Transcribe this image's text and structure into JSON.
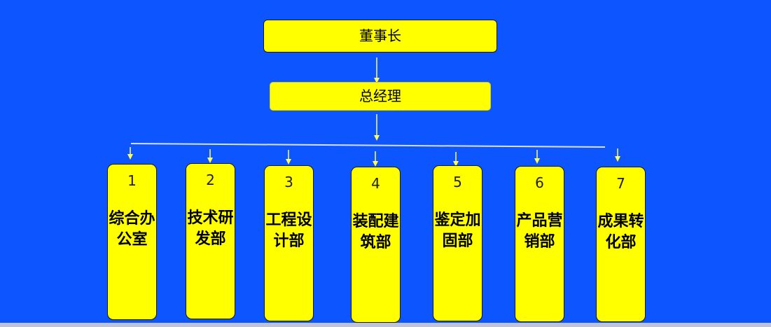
{
  "colors": {
    "background": "#0d55ff",
    "box_fill": "#ffff00",
    "box_border": "#1b1b1b",
    "connector": "#ffff5a",
    "bus_line": "#d7e0f0"
  },
  "chairman": {
    "label": "董事长"
  },
  "general_manager": {
    "label": "总经理"
  },
  "departments": [
    {
      "number": "1",
      "name": "综合办公室"
    },
    {
      "number": "2",
      "name": "技术研发部"
    },
    {
      "number": "3",
      "name": "工程设计部"
    },
    {
      "number": "4",
      "name": "装配建筑部"
    },
    {
      "number": "5",
      "name": "鉴定加固部"
    },
    {
      "number": "6",
      "name": "产品营销部"
    },
    {
      "number": "7",
      "name": "成果转化部"
    }
  ]
}
